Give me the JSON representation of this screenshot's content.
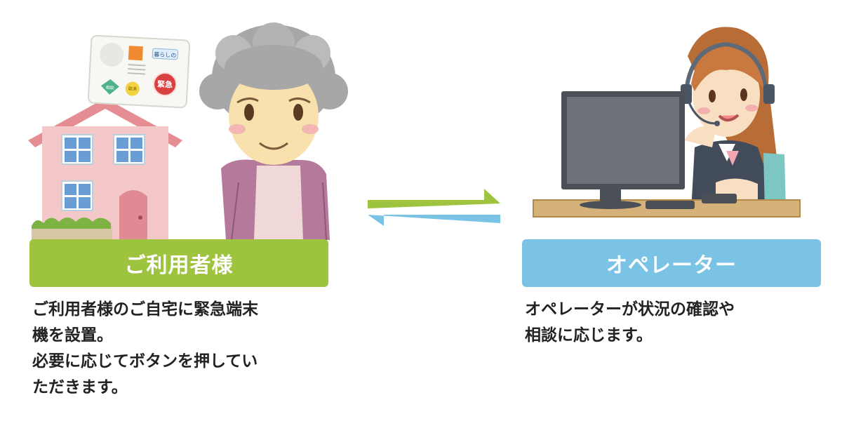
{
  "user": {
    "label": "ご利用者様",
    "description": "ご利用者様のご自宅に緊急端末\n機を設置。\n必要に応じてボタンを押してい\nただきます。"
  },
  "operator": {
    "label": "オペレーター",
    "description": "オペレーターが状況の確認や\n相談に応じます。"
  },
  "device": {
    "brand": "暮らしの",
    "emergency_button": "緊急",
    "button_left": "相談",
    "button_mid": "取消"
  },
  "colors": {
    "user_accent": "#9dc33f",
    "operator_accent": "#7bc3e5",
    "arrow_right": "#9dc33f",
    "arrow_left": "#7bc3e5"
  }
}
